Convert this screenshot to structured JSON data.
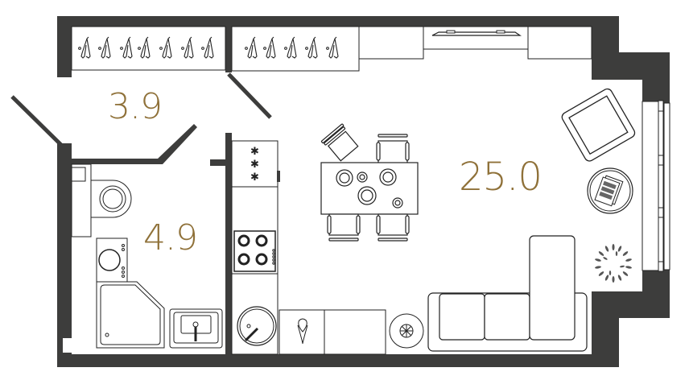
{
  "plan": {
    "type": "studio apartment floor plan",
    "colors": {
      "wall": "#3d3d3c",
      "line": "#222222",
      "label": "#8f7139",
      "background": "#ffffff"
    },
    "rooms": [
      {
        "id": "hall",
        "name": "entry hall",
        "area": "3.9"
      },
      {
        "id": "bathroom",
        "name": "bathroom",
        "area": "4.9"
      },
      {
        "id": "living",
        "name": "living room / kitchen",
        "area": "25.0"
      }
    ],
    "furniture": [
      "wardrobe-left",
      "wardrobe-right",
      "tv-console",
      "armchair",
      "side-table",
      "plant",
      "dining-table",
      "dining-chairs",
      "kitchen-counter",
      "fridge",
      "cooktop",
      "sink-round",
      "dishwasher",
      "corner-sofa",
      "floor-lamp",
      "toilet",
      "washing-machine",
      "shower-tray",
      "washbasin"
    ]
  }
}
